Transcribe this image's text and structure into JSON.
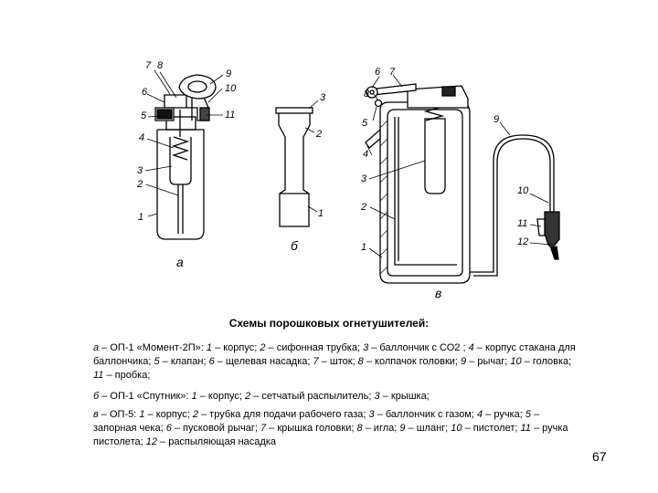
{
  "figure": {
    "a": {
      "label": "а",
      "callouts": [
        "7",
        "8",
        "6",
        "5",
        "4",
        "3",
        "2",
        "1",
        "9",
        "10",
        "11"
      ]
    },
    "b": {
      "label": "б",
      "callouts": [
        "3",
        "2",
        "1"
      ]
    },
    "v": {
      "label": "в",
      "callouts": [
        "6",
        "7",
        "8",
        "5",
        "4",
        "3",
        "2",
        "1",
        "9",
        "10",
        "11",
        "12"
      ]
    }
  },
  "caption": {
    "title": "Схемы порошковых огнетушителей:",
    "items": [
      {
        "lead": "а",
        "name": " – ОП-1 «Момент-2П»: ",
        "parts": [
          {
            "n": "1",
            "t": " – корпус; "
          },
          {
            "n": "2",
            "t": " – сифонная трубка; "
          },
          {
            "n": "3",
            "t": " – баллончик с СО2 ; "
          },
          {
            "n": "4",
            "t": " – корпус стакана для баллончика; "
          },
          {
            "n": "5",
            "t": " – клапан; "
          },
          {
            "n": "6",
            "t": " – щелевая насадка; "
          },
          {
            "n": "7",
            "t": " – шток; "
          },
          {
            "n": "8",
            "t": " – колпачок головки; "
          },
          {
            "n": "9",
            "t": " – рычаг; "
          },
          {
            "n": "10",
            "t": " – головка; "
          },
          {
            "n": "11",
            "t": " – пробка;"
          }
        ]
      },
      {
        "lead": "б",
        "name": " – ОП-1 «Спутник»: ",
        "parts": [
          {
            "n": "1",
            "t": " – корпус; "
          },
          {
            "n": "2",
            "t": " – сетчатый распылитель; "
          },
          {
            "n": "3",
            "t": " – крышка;"
          }
        ]
      },
      {
        "lead": "в",
        "name": " – ОП-5: ",
        "parts": [
          {
            "n": "1",
            "t": " – корпус; "
          },
          {
            "n": "2",
            "t": " – трубка для подачи рабочего газа; "
          },
          {
            "n": "3",
            "t": " – баллончик с газом; "
          },
          {
            "n": "4",
            "t": " – ручка; "
          },
          {
            "n": "5",
            "t": " – запорная чека; "
          },
          {
            "n": "6",
            "t": " – пусковой рычаг; "
          },
          {
            "n": "7",
            "t": " – крышка головки; "
          },
          {
            "n": "8",
            "t": " – игла; "
          },
          {
            "n": "9",
            "t": " – шланг; "
          },
          {
            "n": "10",
            "t": " – пистолет; "
          },
          {
            "n": "11",
            "t": " – ручка пистолета; "
          },
          {
            "n": "12",
            "t": " – распыляющая насадка"
          }
        ]
      }
    ]
  },
  "page_number": "67"
}
